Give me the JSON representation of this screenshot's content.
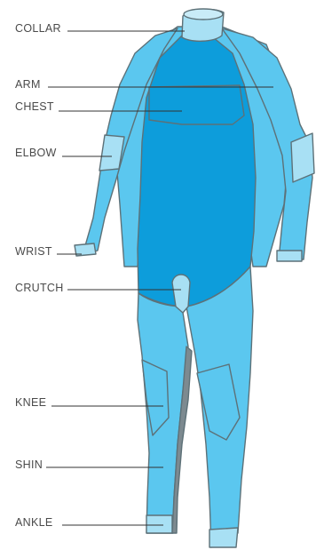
{
  "labels": {
    "collar": "COLLAR",
    "arm": "ARM",
    "chest": "CHEST",
    "elbow": "ELBOW",
    "wrist": "WRIST",
    "crutch": "CRUTCH",
    "knee": "KNEE",
    "shin": "SHIN",
    "ankle": "ANKLE"
  },
  "colors": {
    "panel_light": "#5bc7ef",
    "panel_dark": "#0d9ddb",
    "panel_pale": "#a8e0f4",
    "outline": "#5d7178",
    "inner_leg": "#7d8a90",
    "leader_line": "#333333",
    "text": "#4a4a4a"
  }
}
